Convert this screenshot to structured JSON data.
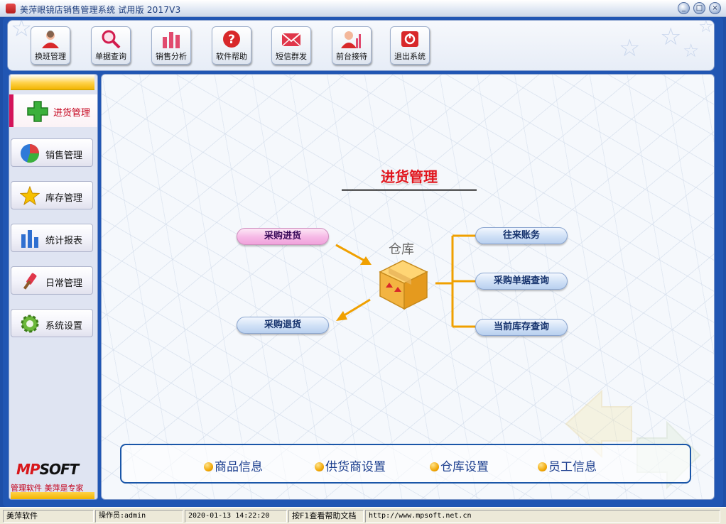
{
  "window": {
    "title": "美萍眼镜店销售管理系统 试用版 2017V3"
  },
  "toolbar": {
    "buttons": [
      {
        "label": "换班管理",
        "icon": "user-switch-icon"
      },
      {
        "label": "单据查询",
        "icon": "magnifier-icon"
      },
      {
        "label": "销售分析",
        "icon": "bar-chart-icon"
      },
      {
        "label": "软件帮助",
        "icon": "help-icon"
      },
      {
        "label": "短信群发",
        "icon": "envelope-icon"
      },
      {
        "label": "前台接待",
        "icon": "reception-icon"
      },
      {
        "label": "退出系统",
        "icon": "power-icon"
      }
    ]
  },
  "sidebar": {
    "active": {
      "label": "进货管理",
      "icon": "plus-icon"
    },
    "items": [
      {
        "label": "销售管理",
        "icon": "pie-chart-icon"
      },
      {
        "label": "库存管理",
        "icon": "star-icon"
      },
      {
        "label": "统计报表",
        "icon": "bar-chart-icon"
      },
      {
        "label": "日常管理",
        "icon": "tools-icon"
      },
      {
        "label": "系统设置",
        "icon": "gear-icon"
      }
    ],
    "logo": {
      "m": "MP",
      "s": "SOFT"
    },
    "slogan": "管理软件 美萍是专家"
  },
  "main": {
    "title": "进货管理",
    "warehouse_label": "仓库",
    "left_buttons": {
      "purchase_in": "采购进货",
      "purchase_return": "采购退货"
    },
    "right_buttons": {
      "accounts": "往来账务",
      "order_query": "采购单据查询",
      "stock_query": "当前库存查询"
    },
    "bottom_links": [
      "商品信息",
      "供货商设置",
      "仓库设置",
      "员工信息"
    ]
  },
  "statusbar": {
    "company": "美萍软件",
    "operator": "操作员:admin",
    "datetime": "2020-01-13 14:22:20",
    "help": "按F1查看帮助文档",
    "url": "http://www.mpsoft.net.cn"
  },
  "colors": {
    "accent_red": "#e0161e",
    "brand_blue": "#2156b3",
    "arrow_orange": "#f0a000"
  }
}
